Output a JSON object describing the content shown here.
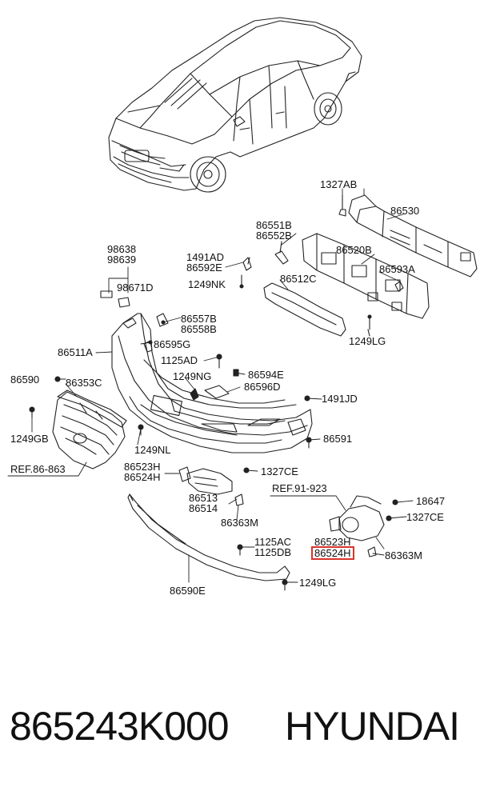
{
  "footer": {
    "part_number": "865243K000",
    "brand": "HYUNDAI"
  },
  "highlight_color": "#d9342b",
  "labels": {
    "p1327AB": "1327AB",
    "p86530": "86530",
    "p86551B": "86551B",
    "p86552B": "86552B",
    "p86520B": "86520B",
    "p98638": "98638",
    "p98639": "98639",
    "p1491AD": "1491AD",
    "p86592E": "86592E",
    "p86593A": "86593A",
    "p86512C": "86512C",
    "p1249NK": "1249NK",
    "p98671D": "98671D",
    "p86557B": "86557B",
    "p86558B": "86558B",
    "p86595G": "86595G",
    "p1249LG_a": "1249LG",
    "p86511A": "86511A",
    "p1125AD": "1125AD",
    "p1249NG": "1249NG",
    "p86594E": "86594E",
    "p86590": "86590",
    "p86353C": "86353C",
    "p86596D": "86596D",
    "p1491JD": "1491JD",
    "p1249GB": "1249GB",
    "p1249NL": "1249NL",
    "p86591": "86591",
    "pREF86": "REF.86-863",
    "p86523H_a": "86523H",
    "p86524H_a": "86524H",
    "p1327CE_a": "1327CE",
    "pREF91": "REF.91-923",
    "p86513": "86513",
    "p86514": "86514",
    "p18647": "18647",
    "p86363M_a": "86363M",
    "p1327CE_b": "1327CE",
    "p1125AC": "1125AC",
    "p1125DB": "1125DB",
    "p86523H_b": "86523H",
    "p86524H_b": "86524H",
    "p86363M_b": "86363M",
    "p86590E": "86590E",
    "p1249LG_b": "1249LG"
  }
}
